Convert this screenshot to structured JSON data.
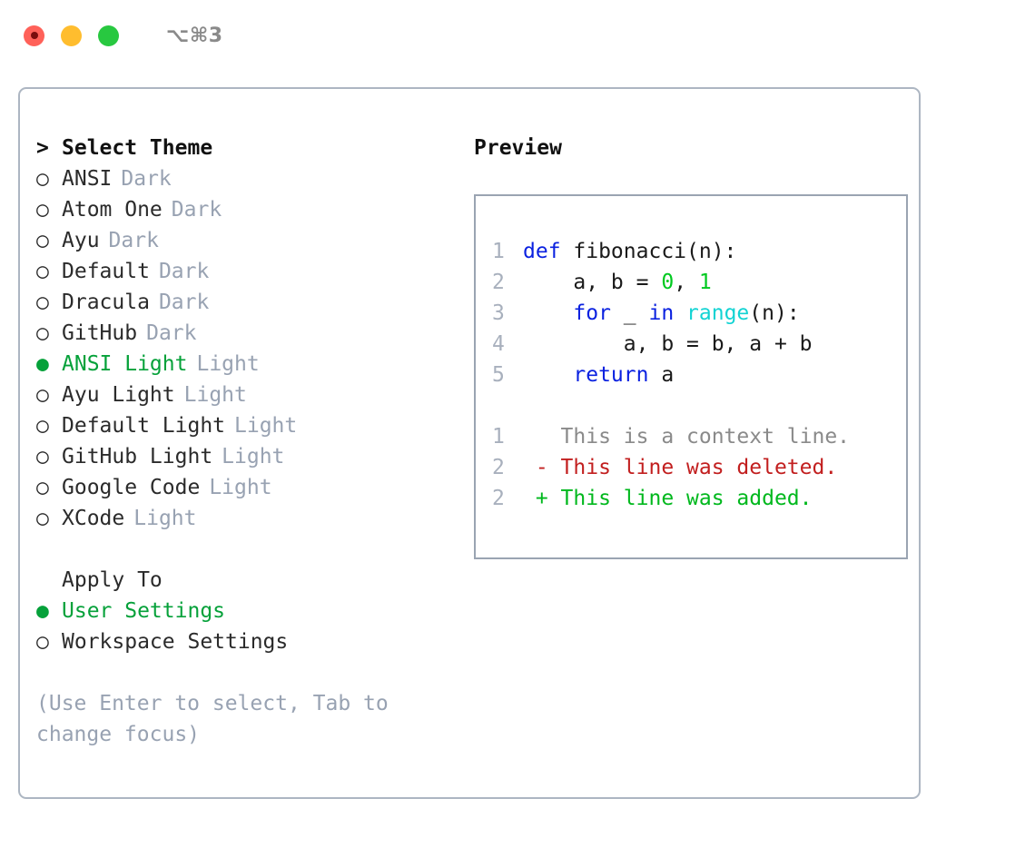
{
  "titlebar": {
    "dots": [
      {
        "name": "close-dot",
        "color": "#ff6159"
      },
      {
        "name": "minimize-dot",
        "color": "#ffbd2e"
      },
      {
        "name": "maximize-dot",
        "color": "#28c840"
      }
    ],
    "shortcut": "⌥⌘3"
  },
  "theme_picker": {
    "heading_marker": ">",
    "heading": "Select Theme",
    "unselected_marker": "○",
    "selected_marker": "●",
    "items": [
      {
        "label": "ANSI",
        "suffix": "Dark",
        "selected": false
      },
      {
        "label": "Atom One",
        "suffix": "Dark",
        "selected": false
      },
      {
        "label": "Ayu",
        "suffix": "Dark",
        "selected": false
      },
      {
        "label": "Default",
        "suffix": "Dark",
        "selected": false
      },
      {
        "label": "Dracula",
        "suffix": "Dark",
        "selected": false
      },
      {
        "label": "GitHub",
        "suffix": "Dark",
        "selected": false
      },
      {
        "label": "ANSI Light",
        "suffix": "Light",
        "selected": true
      },
      {
        "label": "Ayu Light",
        "suffix": "Light",
        "selected": false
      },
      {
        "label": "Default Light",
        "suffix": "Light",
        "selected": false
      },
      {
        "label": "GitHub Light",
        "suffix": "Light",
        "selected": false
      },
      {
        "label": "Google Code",
        "suffix": "Light",
        "selected": false
      },
      {
        "label": "XCode",
        "suffix": "Light",
        "selected": false
      }
    ]
  },
  "apply_to": {
    "heading": "Apply To",
    "items": [
      {
        "label": "User Settings",
        "selected": true
      },
      {
        "label": "Workspace Settings",
        "selected": false
      }
    ]
  },
  "hint": "(Use Enter to select, Tab to change focus)",
  "preview": {
    "title": "Preview",
    "code": [
      {
        "no": "1",
        "tokens": [
          {
            "t": "def ",
            "c": "kw"
          },
          {
            "t": "fibonacci(n):",
            "c": "plain"
          }
        ]
      },
      {
        "no": "2",
        "tokens": [
          {
            "t": "    a, b = ",
            "c": "plain"
          },
          {
            "t": "0",
            "c": "num"
          },
          {
            "t": ", ",
            "c": "plain"
          },
          {
            "t": "1",
            "c": "num"
          }
        ]
      },
      {
        "no": "3",
        "tokens": [
          {
            "t": "    ",
            "c": "plain"
          },
          {
            "t": "for",
            "c": "kw"
          },
          {
            "t": " _ ",
            "c": "plain"
          },
          {
            "t": "in",
            "c": "kw"
          },
          {
            "t": " ",
            "c": "plain"
          },
          {
            "t": "range",
            "c": "fn"
          },
          {
            "t": "(n):",
            "c": "plain"
          }
        ]
      },
      {
        "no": "4",
        "tokens": [
          {
            "t": "        a, b = b, a + b",
            "c": "plain"
          }
        ]
      },
      {
        "no": "5",
        "tokens": [
          {
            "t": "    ",
            "c": "plain"
          },
          {
            "t": "return",
            "c": "kw"
          },
          {
            "t": " a",
            "c": "plain"
          }
        ]
      }
    ],
    "diff": [
      {
        "no": "1",
        "sign": " ",
        "text": "This is a context line.",
        "kind": "ctx"
      },
      {
        "no": "2",
        "sign": "-",
        "text": "This line was deleted.",
        "kind": "del"
      },
      {
        "no": "2",
        "sign": "+",
        "text": "This line was added.",
        "kind": "add"
      }
    ]
  },
  "colors": {
    "accent_green": "#06a13a",
    "muted": "#98a2b2",
    "keyword_blue": "#0a21e0",
    "function_cyan": "#12d3d3",
    "number_green": "#00c91f",
    "diff_delete": "#c21f1f",
    "diff_add": "#00b81d",
    "border": "#adb6c2"
  }
}
